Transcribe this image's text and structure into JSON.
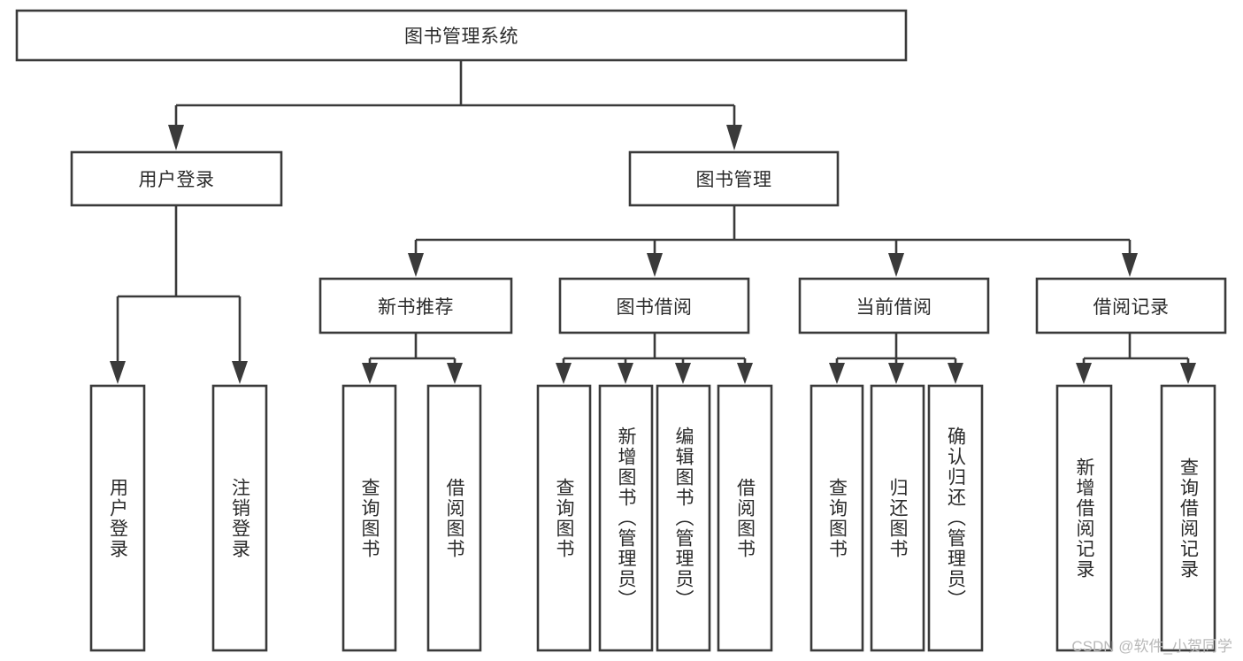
{
  "diagram": {
    "type": "tree",
    "title": "图书管理系统",
    "watermark": "CSDN @软件_小贺同学",
    "colors": {
      "stroke": "#3a3a3a",
      "box_fill": "#ffffff",
      "text": "#2b2b2b",
      "background": "#ffffff",
      "watermark": "#b9b9b9"
    },
    "nodes": {
      "root": {
        "label": "图书管理系统",
        "level": 0,
        "orientation": "horizontal"
      },
      "n1": {
        "label": "用户登录",
        "level": 1,
        "orientation": "horizontal"
      },
      "n2": {
        "label": "图书管理",
        "level": 1,
        "orientation": "horizontal"
      },
      "n3": {
        "label": "新书推荐",
        "level": 2,
        "orientation": "horizontal"
      },
      "n4": {
        "label": "图书借阅",
        "level": 2,
        "orientation": "horizontal"
      },
      "n5": {
        "label": "当前借阅",
        "level": 2,
        "orientation": "horizontal"
      },
      "n6": {
        "label": "借阅记录",
        "level": 2,
        "orientation": "horizontal"
      },
      "l1": {
        "label": "用户登录",
        "level": 3,
        "orientation": "vertical"
      },
      "l2": {
        "label": "注销登录",
        "level": 3,
        "orientation": "vertical"
      },
      "l3": {
        "label": "查询图书",
        "level": 3,
        "orientation": "vertical"
      },
      "l4": {
        "label": "借阅图书",
        "level": 3,
        "orientation": "vertical"
      },
      "l5": {
        "label": "查询图书",
        "level": 3,
        "orientation": "vertical"
      },
      "l6": {
        "label": "新增图书（管理员）",
        "level": 3,
        "orientation": "vertical"
      },
      "l7": {
        "label": "编辑图书（管理员）",
        "level": 3,
        "orientation": "vertical"
      },
      "l8": {
        "label": "借阅图书",
        "level": 3,
        "orientation": "vertical"
      },
      "l9": {
        "label": "查询图书",
        "level": 3,
        "orientation": "vertical"
      },
      "l10": {
        "label": "归还图书",
        "level": 3,
        "orientation": "vertical"
      },
      "l11": {
        "label": "确认归还（管理员）",
        "level": 3,
        "orientation": "vertical"
      },
      "l12": {
        "label": "新增借阅记录",
        "level": 3,
        "orientation": "vertical"
      },
      "l13": {
        "label": "查询借阅记录",
        "level": 3,
        "orientation": "vertical"
      }
    },
    "edges": [
      {
        "from": "root",
        "to": "n1"
      },
      {
        "from": "root",
        "to": "n2"
      },
      {
        "from": "n2",
        "to": "n3"
      },
      {
        "from": "n2",
        "to": "n4"
      },
      {
        "from": "n2",
        "to": "n5"
      },
      {
        "from": "n2",
        "to": "n6"
      },
      {
        "from": "n1",
        "to": "l1"
      },
      {
        "from": "n1",
        "to": "l2"
      },
      {
        "from": "n3",
        "to": "l3"
      },
      {
        "from": "n3",
        "to": "l4"
      },
      {
        "from": "n4",
        "to": "l5"
      },
      {
        "from": "n4",
        "to": "l6"
      },
      {
        "from": "n4",
        "to": "l7"
      },
      {
        "from": "n4",
        "to": "l8"
      },
      {
        "from": "n5",
        "to": "l9"
      },
      {
        "from": "n5",
        "to": "l10"
      },
      {
        "from": "n5",
        "to": "l11"
      },
      {
        "from": "n6",
        "to": "l12"
      },
      {
        "from": "n6",
        "to": "l13"
      }
    ]
  }
}
